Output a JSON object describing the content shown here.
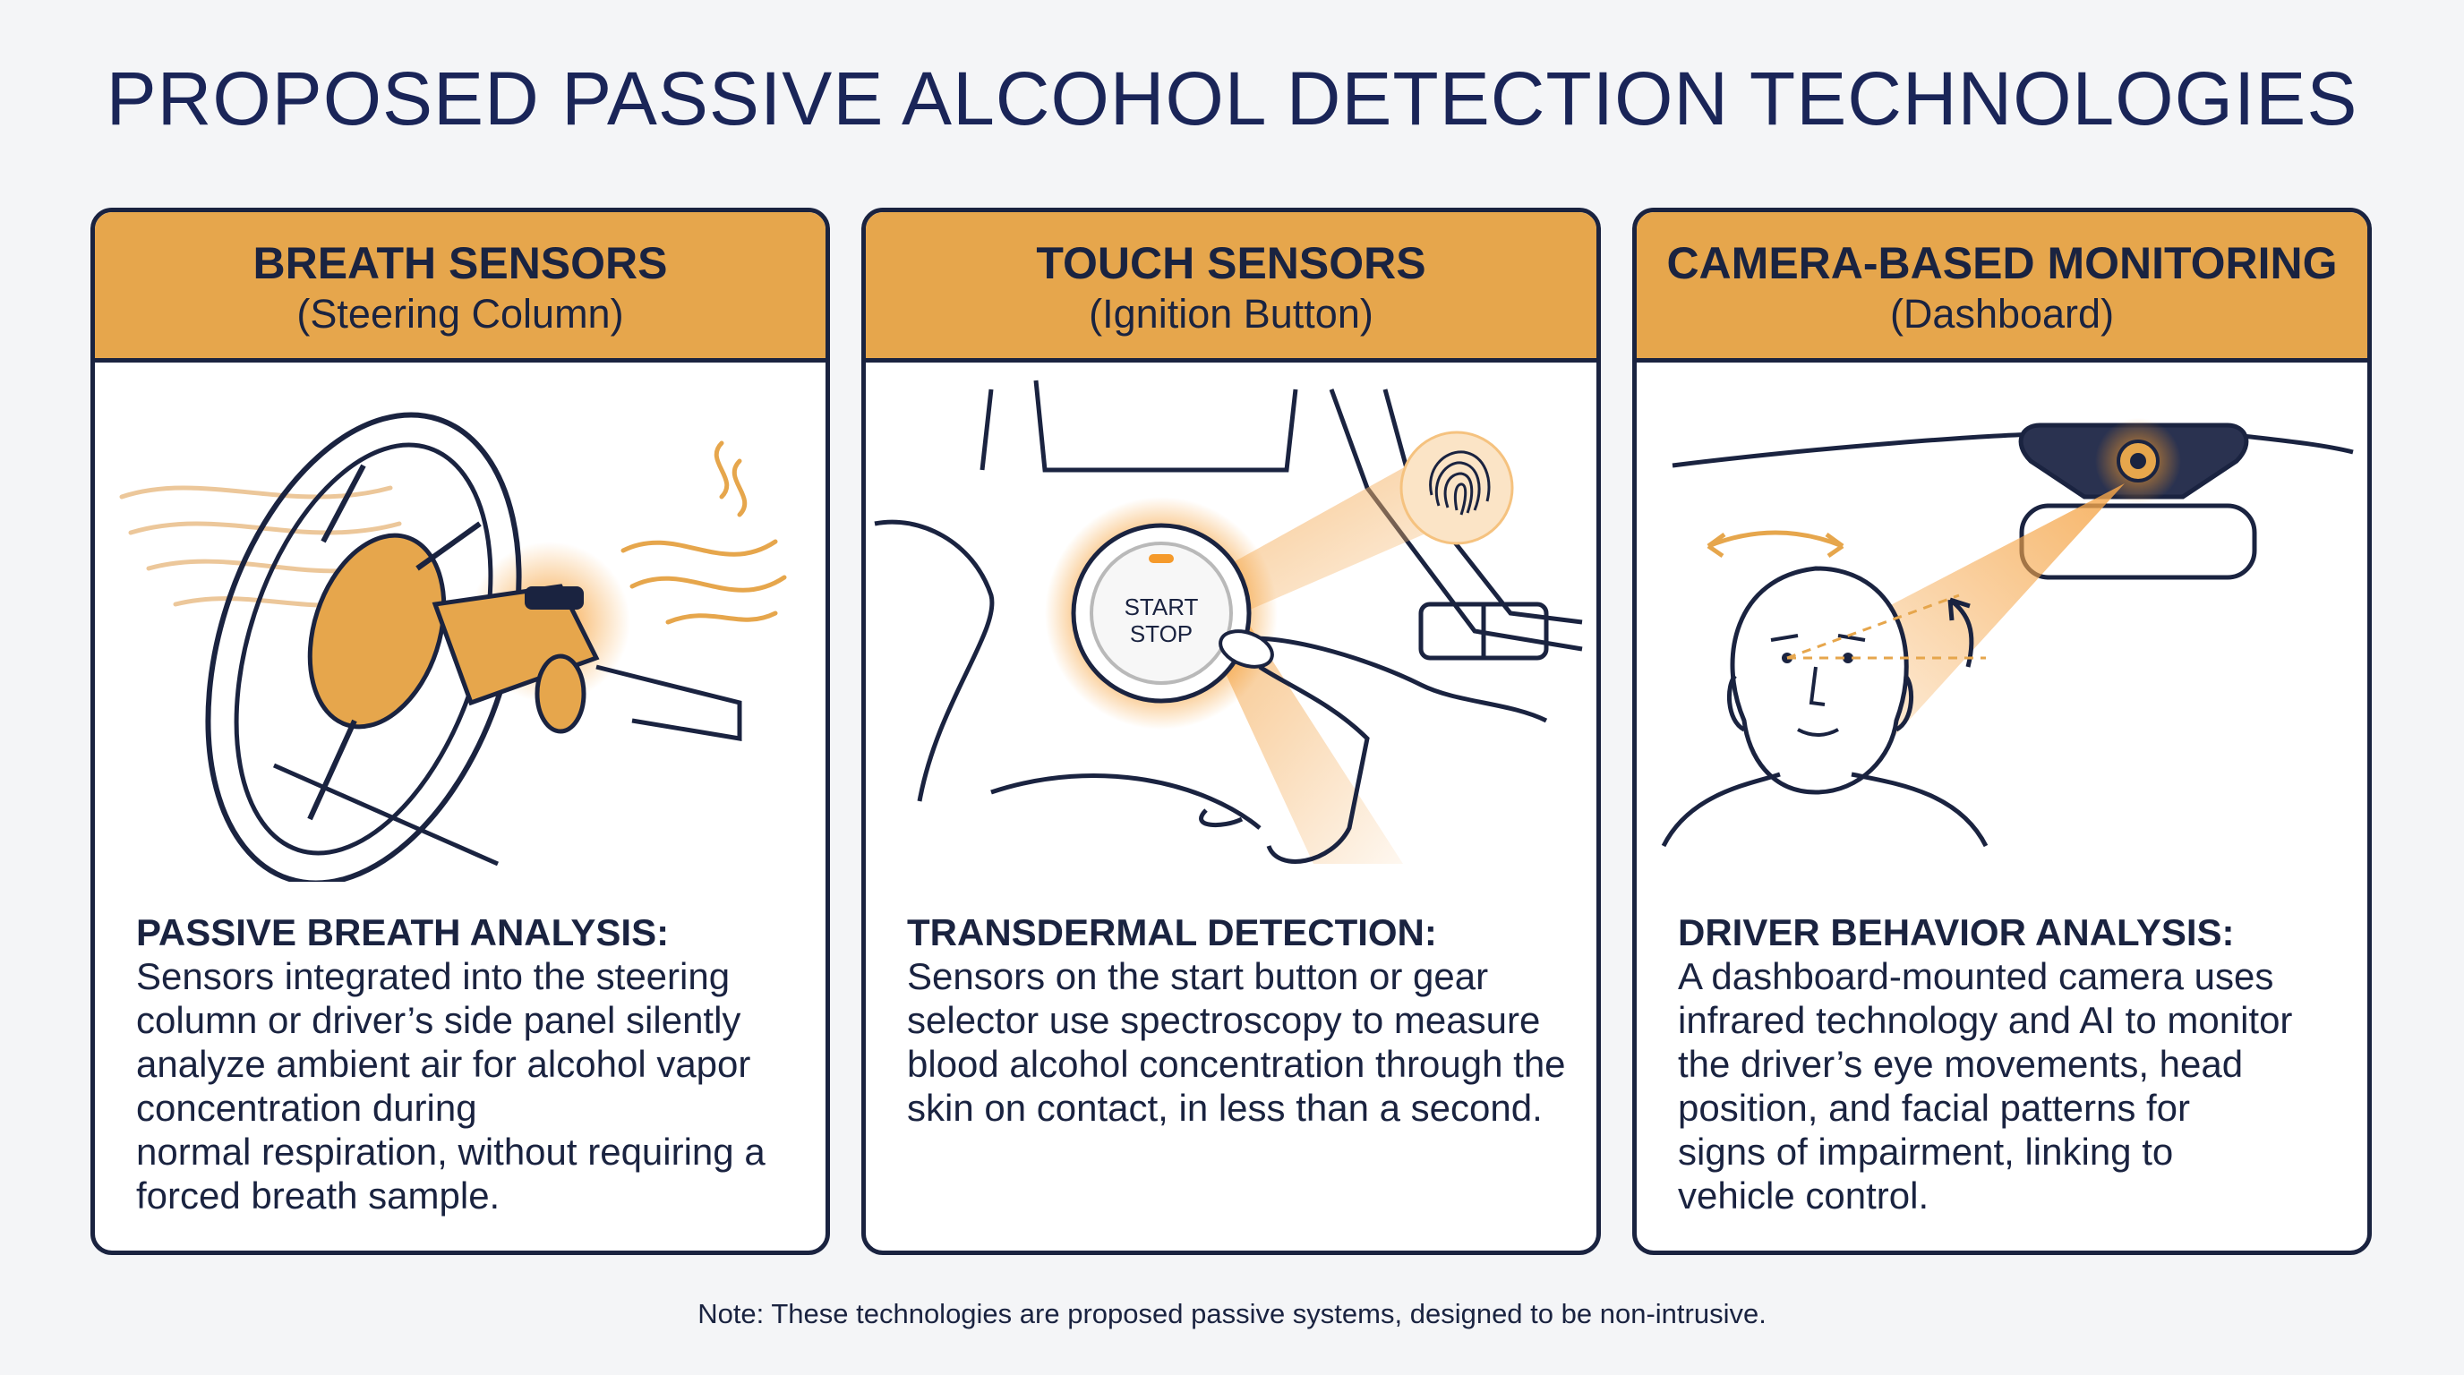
{
  "title": "PROPOSED PASSIVE ALCOHOL DETECTION TECHNOLOGIES",
  "colors": {
    "accent": "#e6a64c",
    "dark": "#1a2340",
    "glow": "#f59a2b"
  },
  "cards": [
    {
      "title": "BREATH SENSORS",
      "subtitle": "(Steering Column)",
      "heading": "PASSIVE BREATH ANALYSIS:",
      "body_lines": [
        "Sensors integrated into the steering",
        "column or driver’s side panel silently",
        "analyze ambient air for alcohol vapor",
        "concentration during",
        "normal respiration, without requiring a",
        "forced breath sample."
      ],
      "icon": "steering-wheel-icon"
    },
    {
      "title": "TOUCH SENSORS",
      "subtitle": "(Ignition Button)",
      "heading": "TRANSDERMAL DETECTION:",
      "body_lines": [
        "Sensors on the start button or gear",
        "selector use spectroscopy to measure",
        "blood alcohol concentration through the",
        "skin on contact, in less than a second."
      ],
      "button_text_1": "START",
      "button_text_2": "STOP",
      "icon": "start-stop-button-icon"
    },
    {
      "title": "CAMERA-BASED MONITORING",
      "subtitle": "(Dashboard)",
      "heading": "DRIVER BEHAVIOR ANALYSIS:",
      "body_lines": [
        "A dashboard-mounted camera uses",
        "infrared technology and AI to monitor",
        "the driver’s eye movements, head",
        "position, and facial patterns for",
        "signs of impairment, linking to",
        "vehicle control."
      ],
      "icon": "dashboard-camera-icon"
    }
  ],
  "note": "Note: These technologies are proposed passive systems, designed to be non-intrusive."
}
